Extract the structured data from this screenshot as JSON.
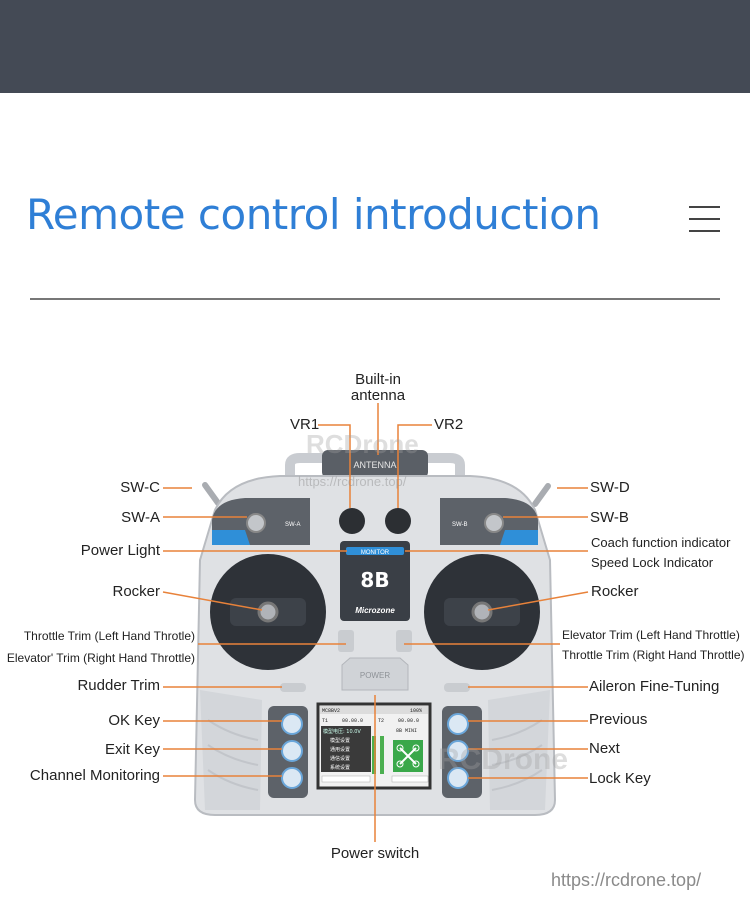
{
  "header": {
    "title": "Remote control introduction",
    "menu_icon": "hamburger-menu-icon"
  },
  "device": {
    "antenna_text": "ANTENNA",
    "channels": "8B",
    "brand": "Microzone",
    "monitor": "MONITOR",
    "power": "POWER",
    "screen": {
      "model": "MC8BV2",
      "battery": "100%",
      "t1": "T1",
      "t2": "T2",
      "t_val": "00.00.0",
      "voltage": "模型电压: 10.0V",
      "menu": [
        "模型设置",
        "通用设置",
        "通信设置",
        "系统设置"
      ],
      "model_name": "8B MINI"
    }
  },
  "labels": {
    "antenna": "Built-in\nantenna",
    "vr1": "VR1",
    "vr2": "VR2",
    "sw_c": "SW-C",
    "sw_d": "SW-D",
    "sw_a": "SW-A",
    "sw_b": "SW-B",
    "power_light": "Power Light",
    "coach_indicator": "Coach function indicator",
    "speed_lock": "Speed Lock Indicator",
    "rocker_left": "Rocker",
    "rocker_right": "Rocker",
    "throttle_trim_left": "Throttle Trim (Left Hand Throtle)",
    "elevator_trim_right": "Elevator' Trim (Right Hand Throttle)",
    "elevator_trim_left": "Elevator Trim (Left Hand Throttle)",
    "throttle_trim_right": "Throttle Trim (Right Hand Throttle)",
    "rudder_trim": "Rudder Trim",
    "aileron_trim": "Aileron Fine-Tuning",
    "ok_key": "OK Key",
    "exit_key": "Exit Key",
    "channel_monitoring": "Channel Monitoring",
    "previous": "Previous",
    "next": "Next",
    "lock_key": "Lock Key",
    "power_switch": "Power switch"
  },
  "watermarks": {
    "brand": "RCDrone",
    "url": "https://rcdrone.top/"
  },
  "footer": {
    "url": "https://rcdrone.top/"
  },
  "colors": {
    "title": "#2f7fd6",
    "leader": "#e8823a",
    "accent_blue": "#2f8fd8",
    "topbar": "#444a55"
  }
}
